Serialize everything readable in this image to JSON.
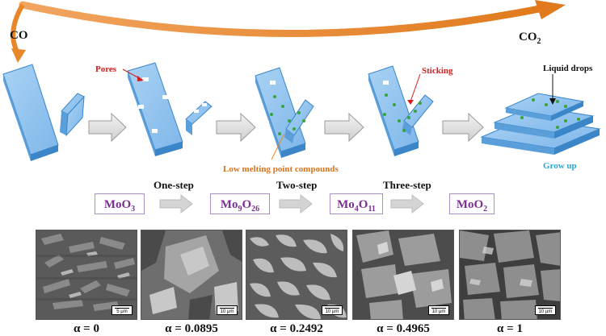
{
  "gases": {
    "co": "CO",
    "co2_main": "CO",
    "co2_sub": "2"
  },
  "labels": {
    "pores": "Pores",
    "sticking": "Sticking",
    "liquid_drops": "Liquid drops",
    "low_melting": "Low melting point compounds",
    "grow_up": "Grow up"
  },
  "phases": [
    {
      "base": "MoO",
      "sub": "3",
      "rest": "",
      "sub2": ""
    },
    {
      "base": "Mo",
      "sub": "9",
      "rest": "O",
      "sub2": "26"
    },
    {
      "base": "Mo",
      "sub": "4",
      "rest": "O",
      "sub2": "11"
    },
    {
      "base": "MoO",
      "sub": "2",
      "rest": "",
      "sub2": ""
    }
  ],
  "steps": [
    "One-step",
    "Two-step",
    "Three-step"
  ],
  "micrographs": [
    {
      "scale": "5 μm",
      "alpha": "α = 0"
    },
    {
      "scale": "10 μm",
      "alpha": "α = 0.0895"
    },
    {
      "scale": "10 μm",
      "alpha": "α = 0.2492"
    },
    {
      "scale": "10 μm",
      "alpha": "α = 0.4965"
    },
    {
      "scale": "10 μm",
      "alpha": "α = 1"
    }
  ],
  "colors": {
    "plate": "#8fc2ef",
    "plate_edge": "#3a86c8",
    "arc": "#e8862a",
    "process_arrow": "#d8d8d8",
    "dots": "#3aa43a"
  }
}
